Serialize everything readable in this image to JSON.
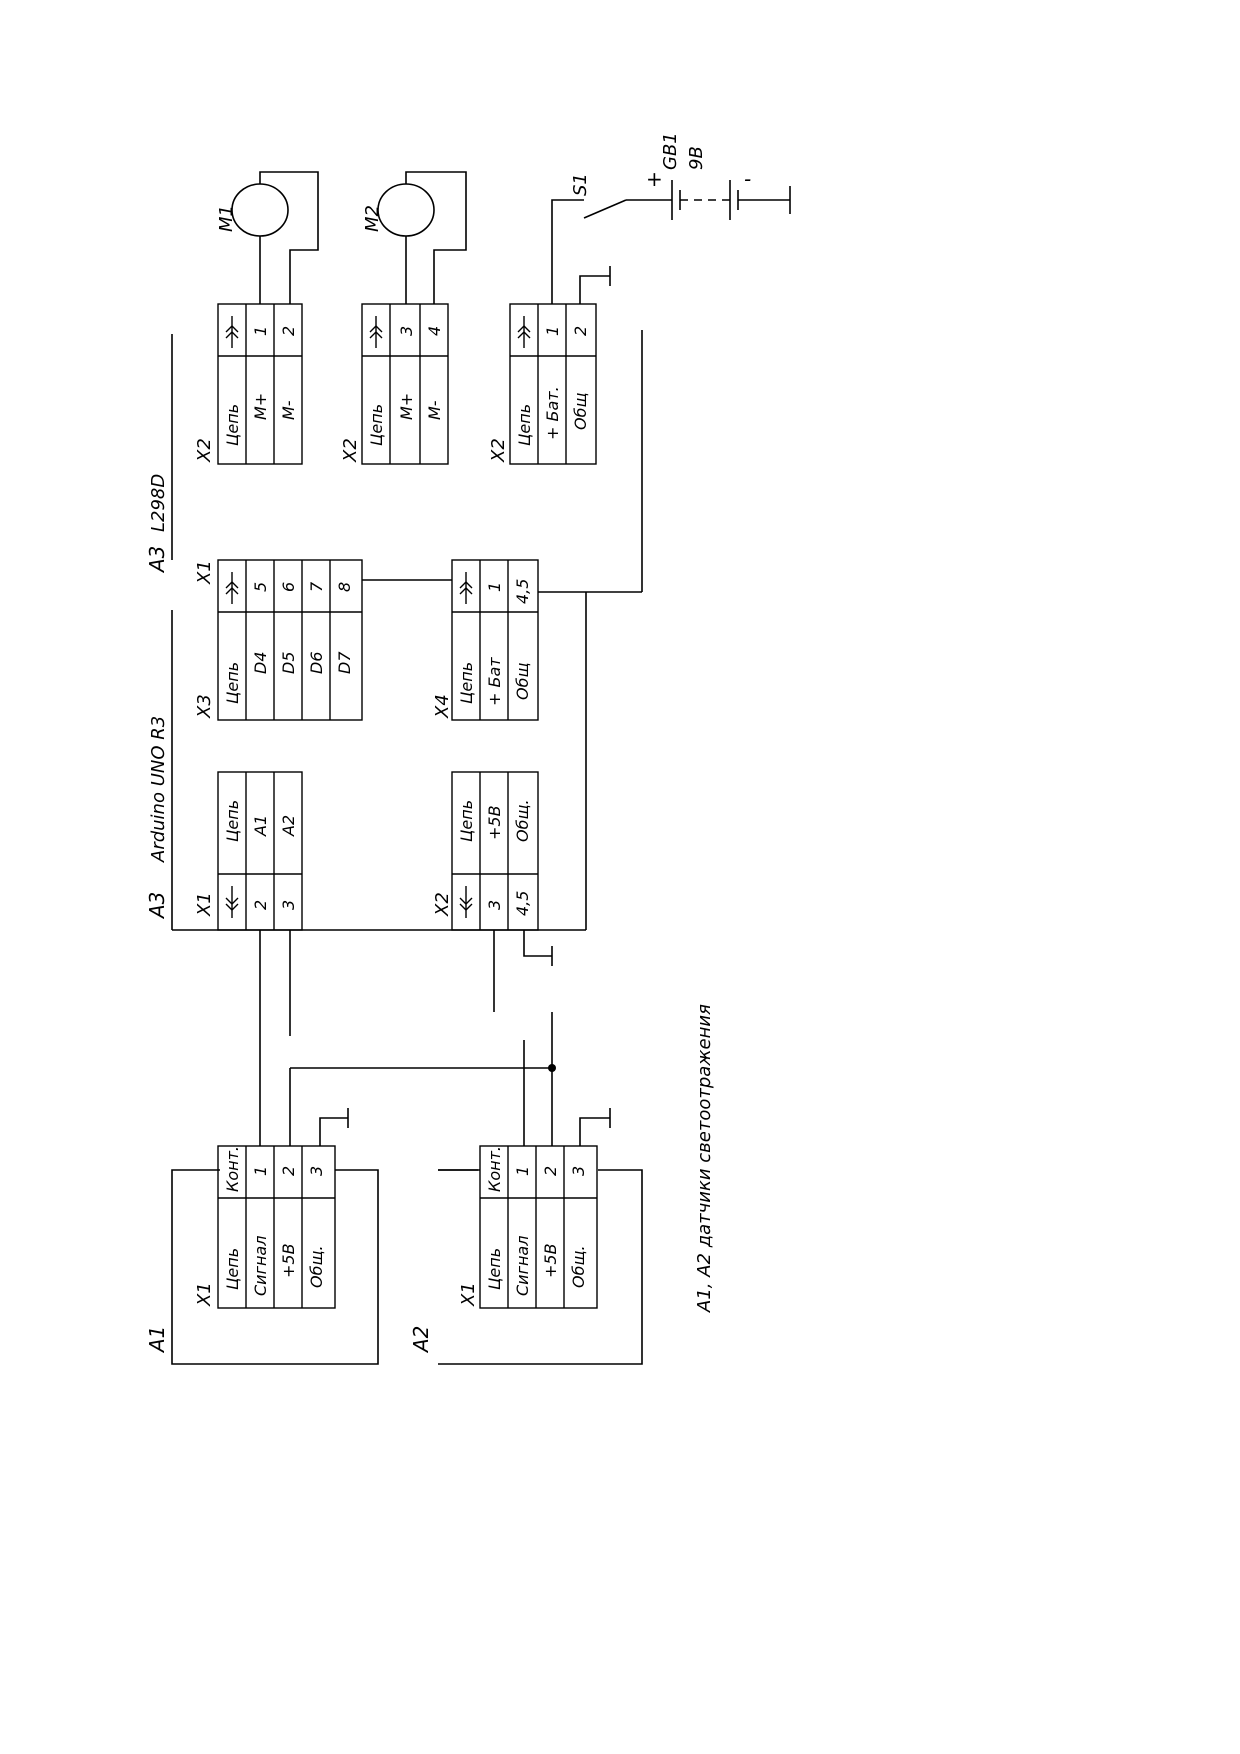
{
  "labels": {
    "a1": "A1",
    "a2": "A2",
    "a3": "A3",
    "a3_board": "Arduino UNO R3",
    "a3_driver": "L298D",
    "m1": "M1",
    "m2": "M2",
    "s1": "S1",
    "gb1": "GB1",
    "gb1_voltage": "9В",
    "plus": "+",
    "minus": "-",
    "note": "А1, А2 датчики светоотражения"
  },
  "sensor_table": {
    "connector": "X1",
    "header": [
      "Цепь",
      "Конт."
    ],
    "rows": [
      [
        "Сигнал",
        "1"
      ],
      [
        "+5В",
        "2"
      ],
      [
        "Общ.",
        "3"
      ]
    ]
  },
  "arduino_x1": {
    "connector": "X1",
    "header": [
      "Цепь",
      ""
    ],
    "rows": [
      [
        "A1",
        "2"
      ],
      [
        "A2",
        "3"
      ]
    ]
  },
  "arduino_x2": {
    "connector": "X2",
    "header": [
      "Цепь",
      ""
    ],
    "rows": [
      [
        "+5В",
        "3"
      ],
      [
        "Общ.",
        "4,5"
      ]
    ]
  },
  "driver_x3": {
    "connector": "X3",
    "connector2": "X1",
    "header": [
      "Цепь",
      ""
    ],
    "rows": [
      [
        "D4",
        "5"
      ],
      [
        "D5",
        "6"
      ],
      [
        "D6",
        "7"
      ],
      [
        "D7",
        "8"
      ]
    ]
  },
  "driver_x4": {
    "connector": "X4",
    "header": [
      "Цепь",
      ""
    ],
    "rows": [
      [
        "+ Бат",
        "1"
      ],
      [
        "Общ",
        "4,5"
      ]
    ]
  },
  "motor1_x2": {
    "connector": "X2",
    "header": [
      "Цепь",
      ""
    ],
    "rows": [
      [
        "M+",
        "1"
      ],
      [
        "M-",
        "2"
      ]
    ]
  },
  "motor2_x2": {
    "connector": "X2",
    "header": [
      "Цепь",
      ""
    ],
    "rows": [
      [
        "M+",
        "3"
      ],
      [
        "M-",
        "4"
      ]
    ]
  },
  "battery_x2": {
    "connector": "X2",
    "header": [
      "Цепь",
      ""
    ],
    "rows": [
      [
        "+ Бат.",
        "1"
      ],
      [
        "Общ",
        "2"
      ]
    ]
  }
}
